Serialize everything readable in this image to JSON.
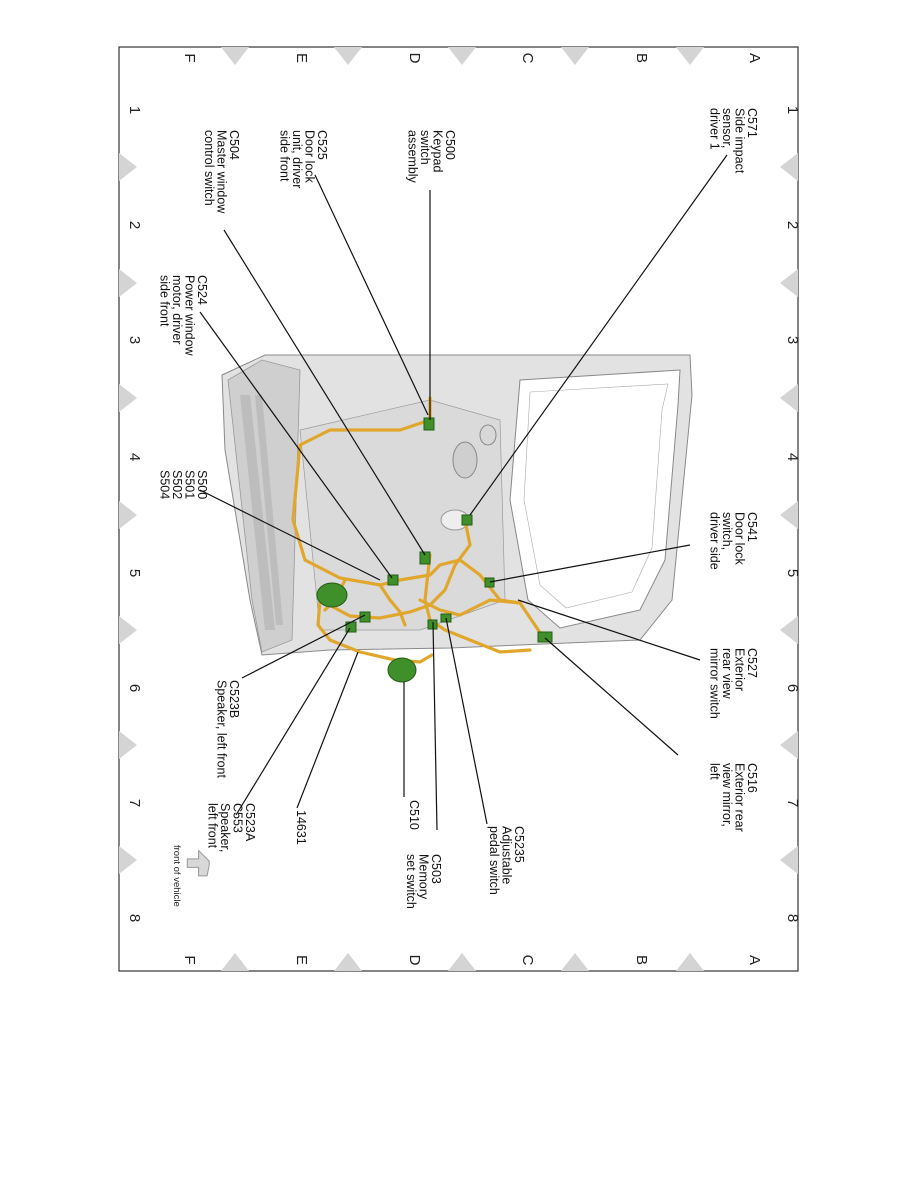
{
  "sheet": {
    "column_markers": [
      "1",
      "2",
      "3",
      "4",
      "5",
      "6",
      "7",
      "8"
    ],
    "row_markers": [
      "A",
      "B",
      "C",
      "D",
      "E",
      "F"
    ]
  },
  "callouts": [
    {
      "id": "c571",
      "lines": [
        "C571",
        "Side impact",
        "sensor,",
        "driver 1"
      ]
    },
    {
      "id": "c500",
      "lines": [
        "C500",
        "Keypad",
        "switch",
        "assembly"
      ]
    },
    {
      "id": "c525",
      "lines": [
        "C525",
        "Door lock",
        "unit, driver",
        "side front"
      ]
    },
    {
      "id": "c504",
      "lines": [
        "C504",
        "Master window",
        "control switch"
      ]
    },
    {
      "id": "c524",
      "lines": [
        "C524",
        "Power window",
        "motor, driver",
        "side front"
      ]
    },
    {
      "id": "s500",
      "lines": [
        "S500",
        "S501",
        "S502",
        "S504"
      ]
    },
    {
      "id": "c541",
      "lines": [
        "C541",
        "Door lock",
        "switch,",
        "driver side"
      ]
    },
    {
      "id": "c527",
      "lines": [
        "C527",
        "Exterior",
        "rear view",
        "mirror switch"
      ]
    },
    {
      "id": "c516",
      "lines": [
        "C516",
        "Exterior rear",
        "view mirror,",
        "left"
      ]
    },
    {
      "id": "c523b",
      "lines": [
        "C523B",
        "Speaker, left front"
      ]
    },
    {
      "id": "c5235",
      "lines": [
        "C5235",
        "Adjustable",
        "pedal switch"
      ]
    },
    {
      "id": "c503",
      "lines": [
        "C503",
        "Memory",
        "set switch"
      ]
    },
    {
      "id": "c510",
      "lines": [
        "C510"
      ]
    },
    {
      "id": "h14631",
      "lines": [
        "14631"
      ]
    },
    {
      "id": "c523a",
      "lines": [
        "C523A",
        "C553",
        "Speaker,",
        "left front"
      ]
    }
  ],
  "orientation_label": "front of vehicle",
  "colors": {
    "harness": "#e0a72c",
    "connector": "#3f8f2a",
    "door_panel": "#d9d9d9",
    "marker_triangle": "#d4d4d4"
  }
}
